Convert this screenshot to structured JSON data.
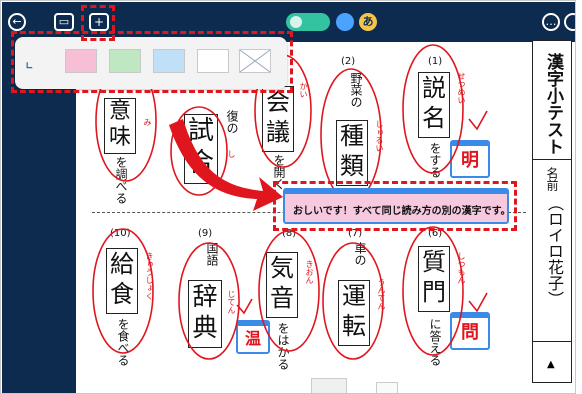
{
  "toolbar": {
    "back_icon": "←",
    "window_icon": "▭",
    "add_icon": "+",
    "more_icon": "…",
    "mode_icon": "あ"
  },
  "palette": {
    "pin_icon": "⌞",
    "swatches": [
      "#f7bfd6",
      "#bfe8c2",
      "#bfe0f7",
      "#ffffff",
      "x-blank"
    ]
  },
  "colors": {
    "accent_red": "#e0161e",
    "bg_navy": "#0d2b4f",
    "sticky_blue": "#3a8be8",
    "teal_toggle": "#34c3a1"
  },
  "callout": {
    "text": "おしいです！すべて同じ読み方の別の漢字です。"
  },
  "title": {
    "main": "漢字小テスト",
    "name_label": "名前",
    "name_value": "（ロイロ花子）",
    "footer": "▲"
  },
  "questions": {
    "q1": {
      "num": "(1)",
      "chars": [
        "説",
        "名"
      ],
      "tail": "をする",
      "furi": "せつめい"
    },
    "q2": {
      "num": "(2)",
      "pre": "野菜の",
      "chars": [
        "種",
        "類"
      ],
      "furi": "しゅるい"
    },
    "q3": {
      "chars": [
        "会",
        "議"
      ],
      "tail": "を開く",
      "furi": "かい"
    },
    "q4": {
      "pre": "復の",
      "chars": [
        "試",
        "合"
      ],
      "furi": "し"
    },
    "q5": {
      "chars": [
        "意",
        "味"
      ],
      "tail": "を調べる",
      "furi": "み"
    },
    "q6": {
      "num": "(6)",
      "chars": [
        "質",
        "門"
      ],
      "tail": "に答える",
      "furi": "しつもん"
    },
    "q7": {
      "num": "(7)",
      "pre": "車の",
      "chars": [
        "運",
        "転"
      ],
      "furi": "うんてん"
    },
    "q8": {
      "num": "(8)",
      "chars": [
        "気",
        "音"
      ],
      "tail": "をはかる",
      "furi": "きおん"
    },
    "q9": {
      "num": "(9)",
      "pre": "国語",
      "chars": [
        "辞",
        "典"
      ],
      "furi": "じてん"
    },
    "q10": {
      "num": "(10)",
      "chars": [
        "給",
        "食"
      ],
      "tail": "を食べる",
      "furi": "きゅうしょく"
    }
  },
  "stickies": {
    "s1": "明",
    "s2": "問",
    "s3": "温"
  }
}
